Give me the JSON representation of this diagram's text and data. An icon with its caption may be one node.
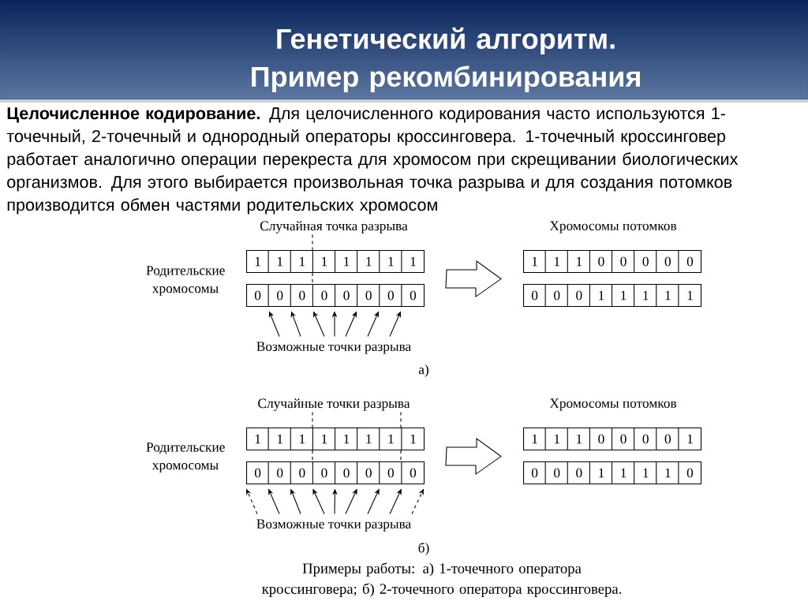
{
  "diagram": {
    "title": "Генетический алгоритм. Пример рекомбинирования",
    "caption": "Примеры работы: а) 1-точечного оператора кроссинговера; б) 2-точечного оператора кроссинговера.",
    "nodes": [
      {
        "text": [
          "Случайная точка разрыва"
        ]
      },
      {
        "text": [
          "1",
          "1",
          "1",
          "1",
          "1",
          "1",
          "1",
          "1"
        ]
      },
      {
        "text": [
          "0",
          "0",
          "0",
          "0",
          "0",
          "0",
          "0",
          "0"
        ]
      },
      {
        "text": [
          "1",
          "1",
          "1",
          "0",
          "0",
          "0",
          "0",
          "0"
        ]
      },
      {
        "text": [
          "0",
          "0",
          "0",
          "1",
          "1",
          "1",
          "1",
          "1"
        ]
      },
      {
        "text": [
          "Возможные точки разрыва"
        ]
      },
      {
        "text": [
          "Случайные точки разрыва"
        ]
      },
      {
        "text": [
          "1",
          "1",
          "1",
          "1",
          "1",
          "1",
          "1",
          "1"
        ]
      },
      {
        "text": [
          "0",
          "0",
          "0",
          "0",
          "0",
          "0",
          "0",
          "0"
        ]
      },
      {
        "text": [
          "1",
          "1",
          "1",
          "0",
          "0",
          "0",
          "0",
          "1"
        ]
      },
      {
        "text": [
          "0",
          "0",
          "0",
          "1",
          "1",
          "1",
          "1",
          "0"
        ]
      },
      {
        "text": [
          "Возможные точки разрыва"
        ]
      }
    ],
    "edges": [
      {
        "from": 0,
        "to": 1,
        "arrow": "none",
        "style": "dashed"
      },
      {
        "from": 1,
        "to": 3,
        "arrow": "to"
      },
      {
        "from": 5,
        "to": 2,
        "arrow": "to"
      },
      {
        "from": 5,
        "to": 2,
        "arrow": "to"
      },
      {
        "from": 5,
        "to": 2,
        "arrow": "to"
      },
      {
        "from": 5,
        "to": 2,
        "arrow": "to"
      },
      {
        "from": 5,
        "to": 2,
        "arrow": "to"
      },
      {
        "from": 5,
        "to": 2,
        "arrow": "to"
      },
      {
        "from": 5,
        "to": 2,
        "arrow": "to"
      },
      {
        "from": 6,
        "to": 7,
        "arrow": "none",
        "style": "dashed"
      },
      {
        "from": 6,
        "to": 7,
        "arrow": "none",
        "style": "dashed"
      },
      {
        "from": 7,
        "to": 9,
        "arrow": "to"
      },
      {
        "from": 11,
        "to": 8,
        "arrow": "to",
        "style": "dashed"
      },
      {
        "from": 11,
        "to": 8,
        "arrow": "to"
      },
      {
        "from": 11,
        "to": 8,
        "arrow": "to"
      },
      {
        "from": 11,
        "to": 8,
        "arrow": "to"
      },
      {
        "from": 11,
        "to": 8,
        "arrow": "to"
      },
      {
        "from": 11,
        "to": 8,
        "arrow": "to"
      },
      {
        "from": 11,
        "to": 8,
        "arrow": "to"
      },
      {
        "from": 11,
        "to": 8,
        "arrow": "to"
      },
      {
        "from": 11,
        "to": 8,
        "arrow": "to",
        "style": "dashed"
      },
      {
        "from": 1,
        "to": 2,
        "arrow": "none",
        "style": "dashed"
      },
      {
        "from": 7,
        "to": 8,
        "arrow": "none",
        "style": "dashed"
      },
      {
        "from": 7,
        "to": 8,
        "arrow": "none",
        "style": "dashed"
      }
    ],
    "labels": [
      "**Целочисленное кодирование.** Для целочисленного кодирования часто используются 1-точечный, 2-точечный и однородный операторы кроссинговера. 1-точечный кроссинговер работает аналогично операции перекреста для хромосом при скрещивании биологических организмов. Для этого выбирается произвольная точка разрыва и для создания потомков производится обмен частями родительских хромосом",
      "Хромосомы потомков",
      "Родительские хромосомы",
      "а)",
      "Хромосомы потомков",
      "Родительские хромосомы",
      "б)"
    ]
  }
}
